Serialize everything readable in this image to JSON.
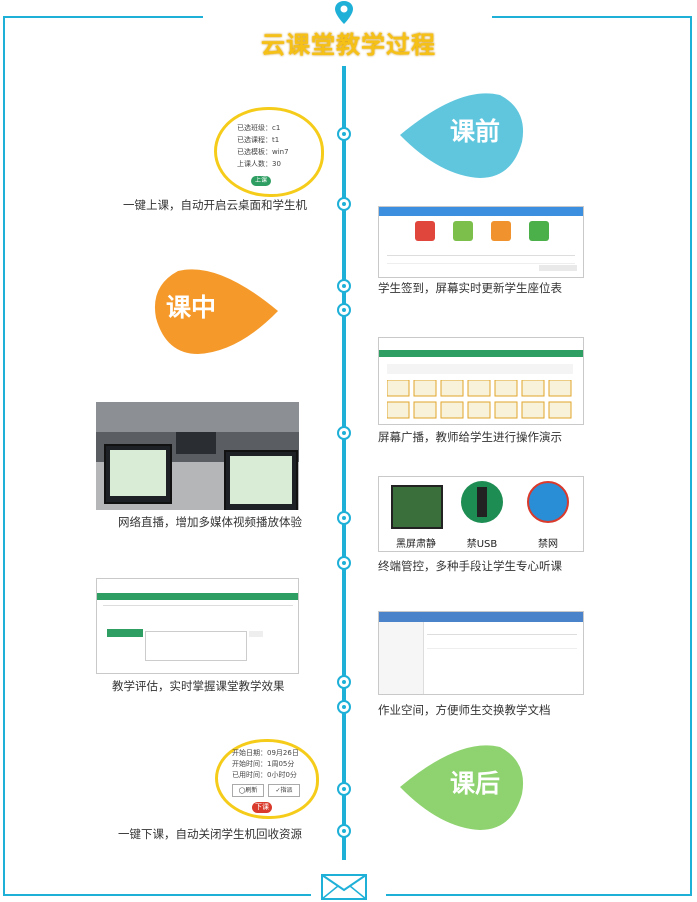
{
  "title": "云课堂教学过程",
  "phases": {
    "before": "课前",
    "during": "课中",
    "after": "课后"
  },
  "steps": [
    {
      "text": "一键上课，自动开启云桌面和学生机"
    },
    {
      "text": "学生签到，屏幕实时更新学生座位表"
    },
    {
      "text": "屏幕广播，教师给学生进行操作演示"
    },
    {
      "text": "网络直播，增加多媒体视频播放体验"
    },
    {
      "text": "终端管控，多种手段让学生专心听课"
    },
    {
      "text": "教学评估，实时掌握课堂教学效果"
    },
    {
      "text": "作业空间，方便师生交换教学文档"
    },
    {
      "text": "一键下课，自动关闭学生机回收资源"
    }
  ],
  "start_panel": {
    "lines": [
      "已选班级：c1",
      "已选课程：t1",
      "已选模板：win7",
      "上课人数：30"
    ],
    "button": "上课"
  },
  "end_panel": {
    "lines": [
      "开始日期：09月26日",
      "开始时间：1周05分",
      "已用时间：0小时0分"
    ],
    "btn_refresh": "◯刷新",
    "btn_assign": "✓指派",
    "btn_end": "下课"
  },
  "control_panel": {
    "items": [
      "黑屏肃静",
      "禁USB",
      "禁网"
    ]
  },
  "colors": {
    "frame": "#1fb0d8",
    "title": "#f6c117",
    "before": "#5fc6de",
    "during": "#f59a2a",
    "after": "#8ed36f",
    "bubble_border": "#f6cc1a"
  }
}
